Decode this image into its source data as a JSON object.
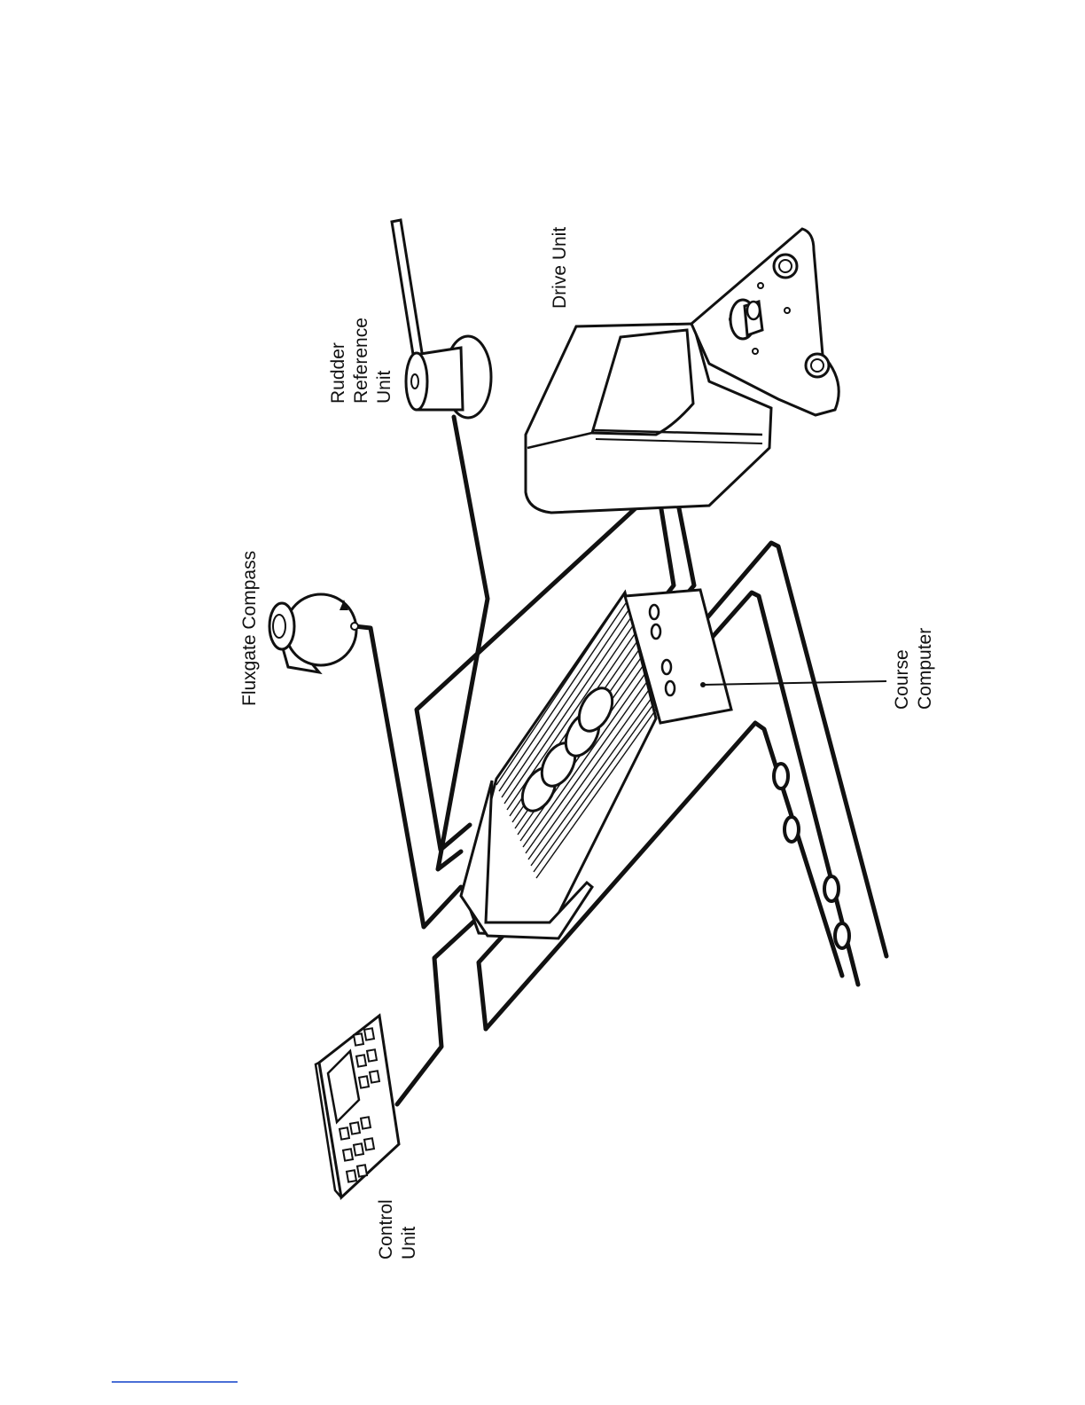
{
  "labels": {
    "fluxgate_compass": "Fluxgate Compass",
    "rudder_line1": "Rudder",
    "rudder_line2": "Reference",
    "rudder_line3": "Unit",
    "drive_unit": "Drive Unit",
    "course_line1": "Course",
    "course_line2": "Computer",
    "control_line1": "Control",
    "control_line2": "Unit"
  },
  "colors": {
    "ink": "#111111",
    "paper": "#ffffff",
    "footer_link": "#4a6fd6"
  }
}
